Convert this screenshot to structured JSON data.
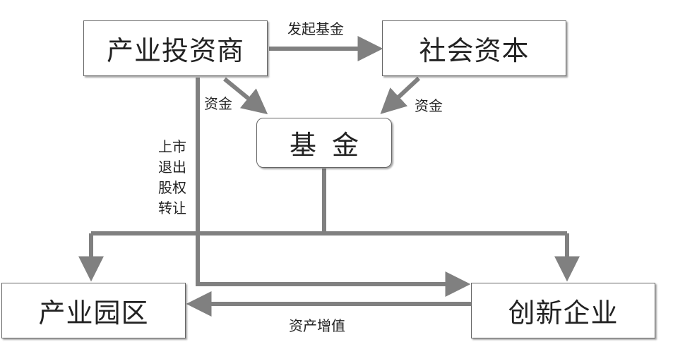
{
  "nodes": {
    "industrial_investor": "产业投资商",
    "social_capital": "社会资本",
    "fund": "基金",
    "industrial_park": "产业园区",
    "innovative_enterprise": "创新企业"
  },
  "edge_labels": {
    "initiate_fund": "发起基金",
    "funds_from_investor": "资金",
    "funds_from_social": "资金",
    "exit_methods": "上市退出股权转让",
    "asset_appreciation": "资产增值"
  },
  "colors": {
    "arrow": "#808080",
    "box_border": "#666666",
    "text": "#222222"
  }
}
